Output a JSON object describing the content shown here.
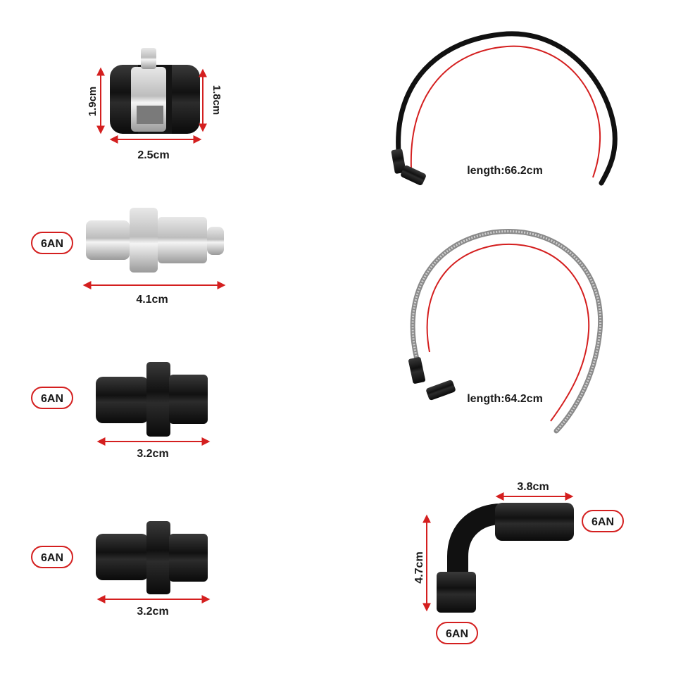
{
  "labels": {
    "clamp_height_left": "1.9cm",
    "clamp_height_right": "1.8cm",
    "clamp_width": "2.5cm",
    "silver_fitting_width": "4.1cm",
    "black_fitting_1_width": "3.2cm",
    "black_fitting_2_width": "3.2cm",
    "black_hose_length": "length:66.2cm",
    "braided_hose_length": "length:64.2cm",
    "elbow_width": "3.8cm",
    "elbow_height": "4.7cm"
  },
  "badges": {
    "silver_fitting": "6AN",
    "black_fitting_1": "6AN",
    "black_fitting_2": "6AN",
    "elbow_right": "6AN",
    "elbow_bottom": "6AN"
  },
  "colors": {
    "accent_red": "#d41f1f",
    "anodized_black": "#1c1c1c",
    "silver": "#c8c8c8",
    "braid_gray": "#8a8a8a"
  }
}
